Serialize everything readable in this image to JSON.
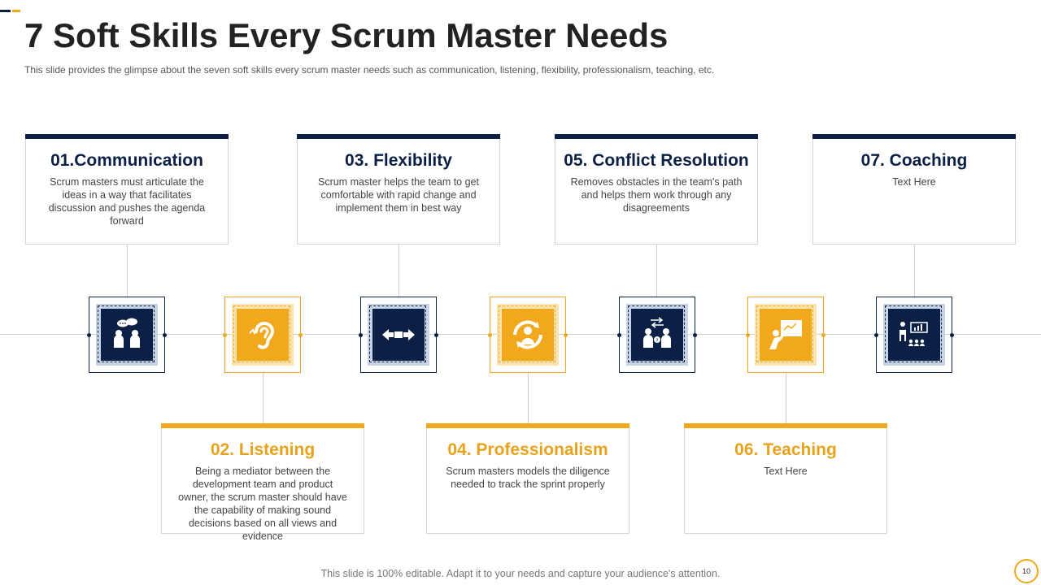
{
  "header": {
    "title": "7 Soft Skills Every Scrum Master Needs",
    "subtitle": "This slide provides  the glimpse about the seven  soft skills every  scrum master needs  such as communication,  listening, flexibility, professionalism,  teaching, etc."
  },
  "skills": [
    {
      "title": "01.Communication",
      "text": "Scrum masters must articulate the ideas in a way that facilitates discussion and pushes the agenda forward",
      "icon": "communication-icon"
    },
    {
      "title": "02. Listening",
      "text": "Being a mediator between the development  team and product owner, the scrum master should have the capability of making sound decisions based on all views and evidence",
      "icon": "ear-icon"
    },
    {
      "title": "03. Flexibility",
      "text": "Scrum master helps the team to get comfortable with rapid change and implement them in best way",
      "icon": "flexibility-arrows-icon"
    },
    {
      "title": "04. Professionalism",
      "text": "Scrum masters models the diligence needed to track the sprint properly",
      "icon": "professional-person-icon"
    },
    {
      "title": "05. Conflict Resolution",
      "text": "Removes  obstacles in the team's path and helps them work through any disagreements",
      "icon": "conflict-resolution-icon"
    },
    {
      "title": "06. Teaching",
      "text": "Text Here",
      "icon": "teaching-board-icon"
    },
    {
      "title": "07. Coaching",
      "text": "Text Here",
      "icon": "coaching-presentation-icon"
    }
  ],
  "footer": {
    "text": "This slide is 100% editable. Adapt it to your needs and capture your audience's attention.",
    "page_number": "10"
  },
  "colors": {
    "navy": "#0b2044",
    "gold": "#f2a81d"
  }
}
